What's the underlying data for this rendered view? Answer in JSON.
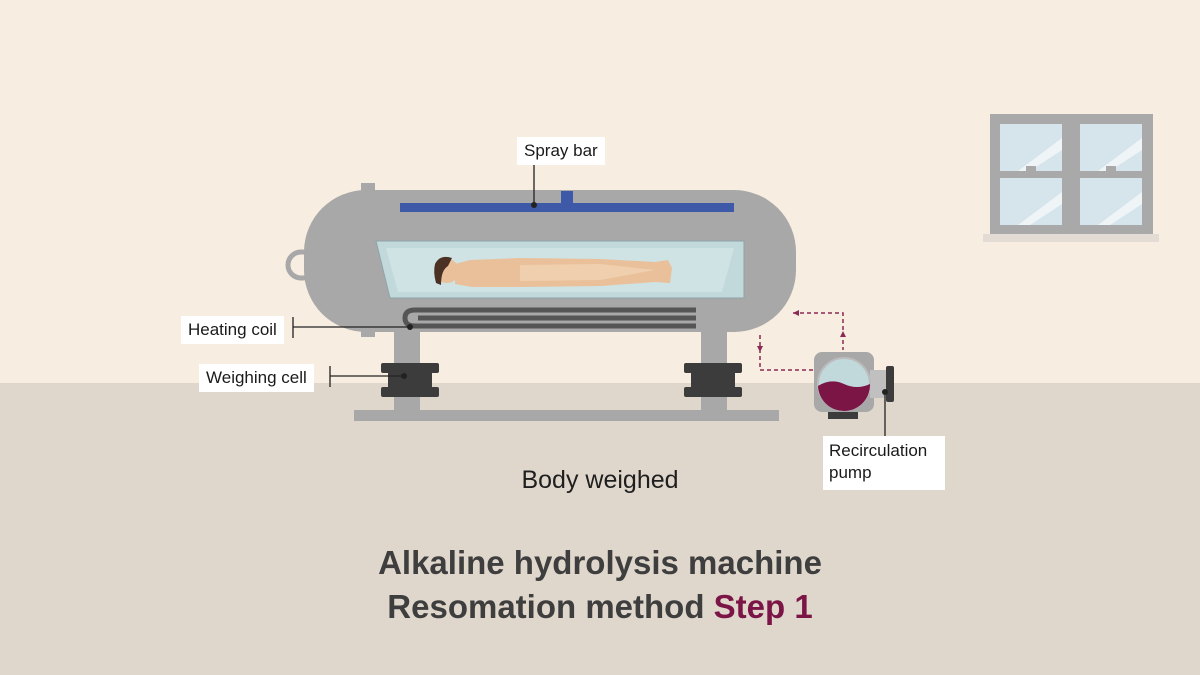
{
  "labels": {
    "spray_bar": "Spray bar",
    "heating_coil": "Heating coil",
    "weighing_cell": "Weighing cell",
    "recirculation_pump": "Recirculation pump"
  },
  "caption": "Body weighed",
  "title": {
    "line1": "Alkaline hydrolysis machine",
    "line2_prefix": "Resomation method",
    "line2_step": "Step 1"
  },
  "colors": {
    "wall": "#f7ede0",
    "floor": "#e0d7cc",
    "machine": "#a8a8a8",
    "spray_bar": "#3f59a9",
    "window_glass": "#d6e4ec",
    "body": "#e9c09a",
    "liquid": "#7a1545",
    "accent": "#7a1545",
    "dark": "#3c3c3c"
  }
}
